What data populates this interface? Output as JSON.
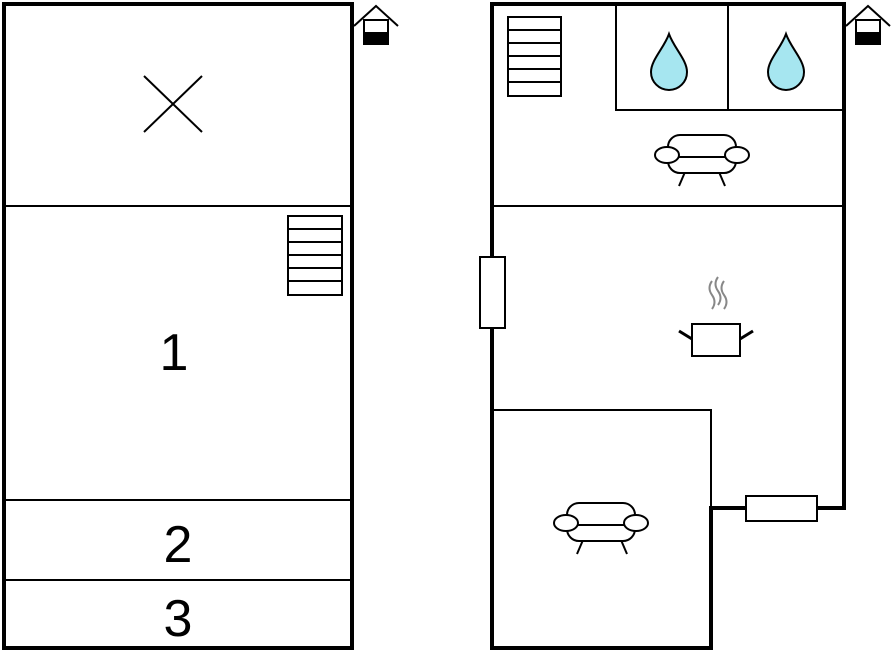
{
  "floors": {
    "upper": {
      "rooms": [
        {
          "label": "1"
        },
        {
          "label": "2"
        },
        {
          "label": "3"
        }
      ],
      "icons": [
        "x-mark-icon",
        "stairs-icon",
        "house-entrance-icon"
      ]
    },
    "ground": {
      "icons": [
        "stairs-icon",
        "water-drop-icon",
        "water-drop-icon",
        "sofa-icon",
        "cooking-pot-icon",
        "sofa-icon",
        "door-icon",
        "door-icon",
        "house-entrance-icon"
      ]
    }
  },
  "colors": {
    "wall": "#000000",
    "water": "#a6e6f0",
    "steam": "#888888"
  }
}
